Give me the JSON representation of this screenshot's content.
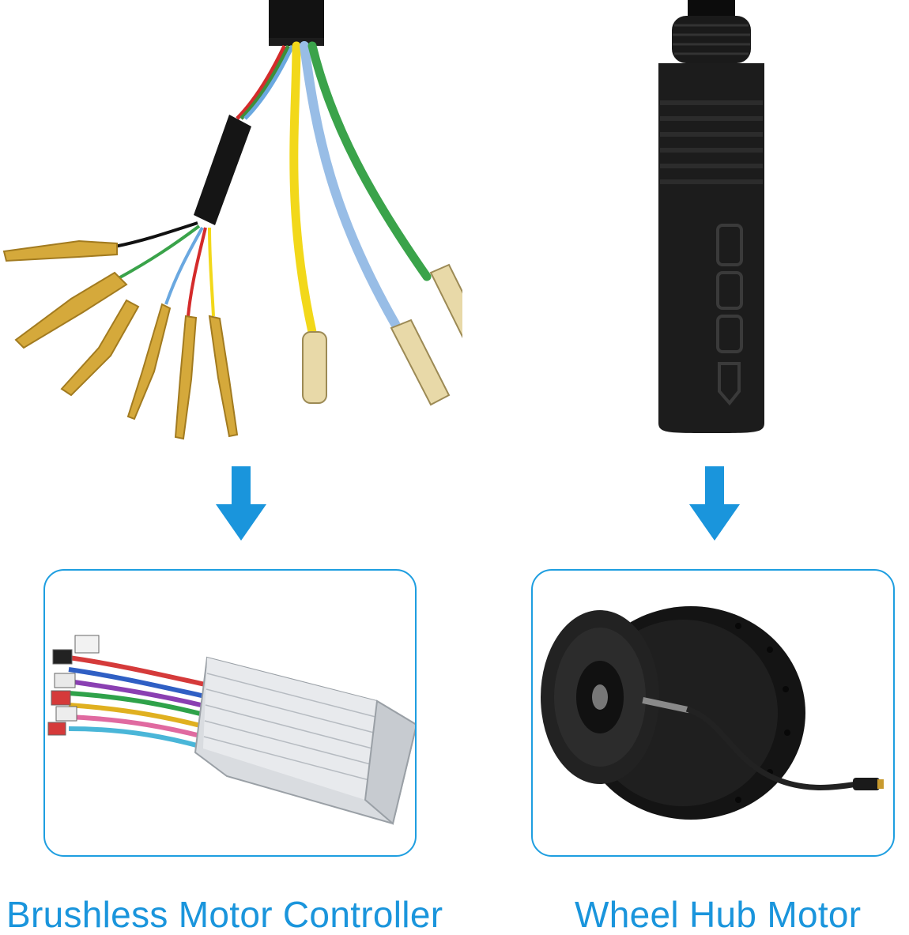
{
  "colors": {
    "accent": "#1a95dc",
    "frame_border": "#1e9ee0",
    "background": "#ffffff"
  },
  "left_panel": {
    "caption": "Brushless Motor Controller",
    "top_image": "motor-wire-terminals",
    "arrow_icon": "arrow-down-icon",
    "framed_image": "brushless-motor-controller"
  },
  "right_panel": {
    "caption": "Wheel Hub Motor",
    "top_image": "waterproof-cable-connector",
    "arrow_icon": "arrow-down-icon",
    "framed_image": "wheel-hub-motor"
  }
}
